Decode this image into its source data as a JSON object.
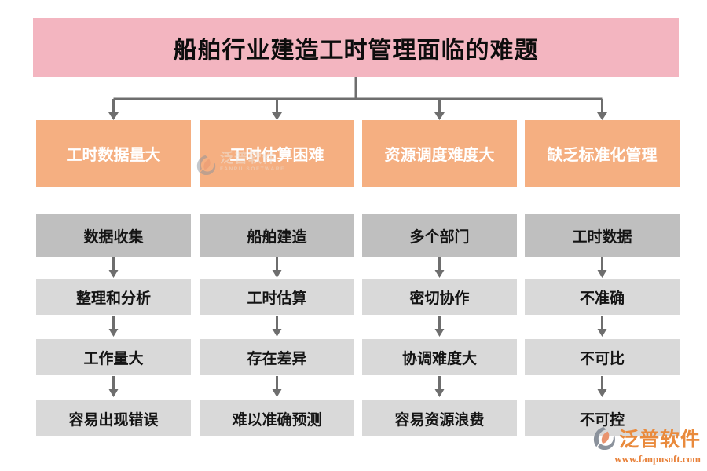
{
  "title": "船舶行业建造工时管理面临的难题",
  "columns": [
    {
      "header": "工时数据量大",
      "steps": [
        "数据收集",
        "整理和分析",
        "工作量大",
        "容易出现错误"
      ]
    },
    {
      "header": "工时估算困难",
      "steps": [
        "船舶建造",
        "工时估算",
        "存在差异",
        "难以准确预测"
      ]
    },
    {
      "header": "资源调度难度大",
      "steps": [
        "多个部门",
        "密切协作",
        "协调难度大",
        "容易资源浪费"
      ]
    },
    {
      "header": "缺乏标准化管理",
      "steps": [
        "工时数据",
        "不准确",
        "不可比",
        "不可控"
      ]
    }
  ],
  "watermark": {
    "brand": "泛普软件",
    "brand_en": "FANPU SOFTWARE"
  },
  "logo": {
    "brand": "泛普软件",
    "website": "www.fanpusoft.com"
  },
  "colors": {
    "banner_pink": "#F3B5C0",
    "category_orange": "#F5AF81",
    "step_dark_gray": "#BFBFBF",
    "step_light_gray": "#D9D9D9",
    "connector_gray": "#6E6E6E",
    "brand_orange": "#E98A3C"
  }
}
